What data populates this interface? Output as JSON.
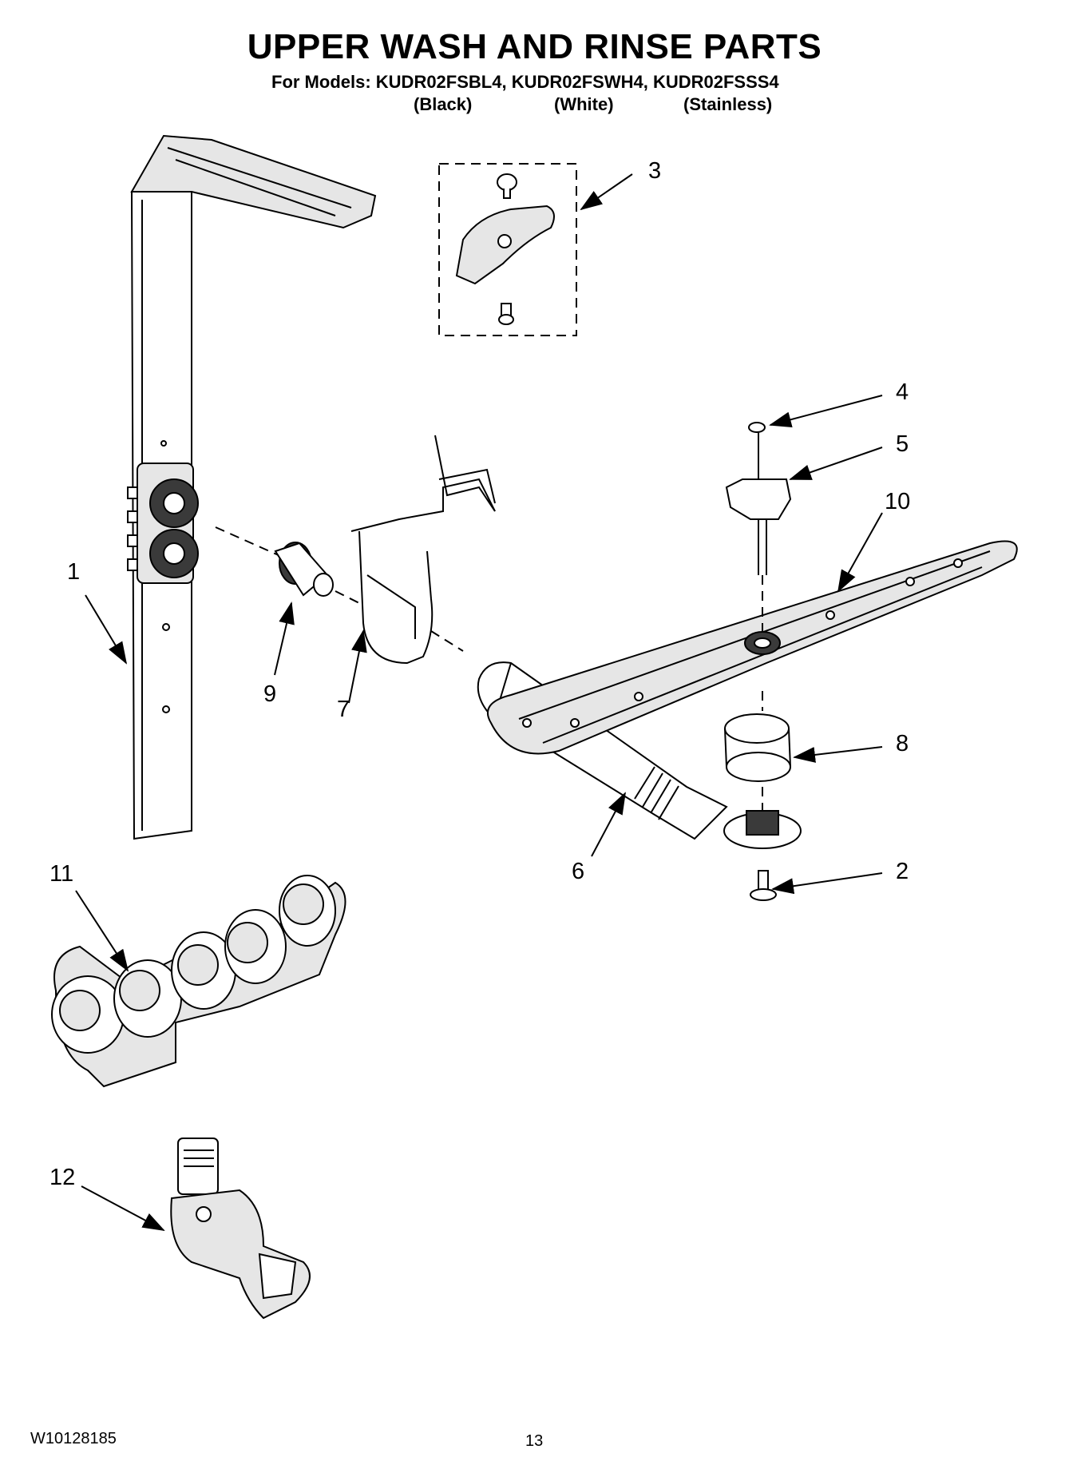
{
  "header": {
    "title": "UPPER WASH AND RINSE PARTS",
    "models_line": "For Models: KUDR02FSBL4, KUDR02FSWH4, KUDR02FSSS4",
    "variants": [
      "(Black)",
      "(White)",
      "(Stainless)"
    ]
  },
  "callouts": [
    "1",
    "2",
    "3",
    "4",
    "5",
    "6",
    "7",
    "8",
    "9",
    "10",
    "11",
    "12"
  ],
  "footer": {
    "doc_number": "W10128185",
    "page_number": "13"
  }
}
